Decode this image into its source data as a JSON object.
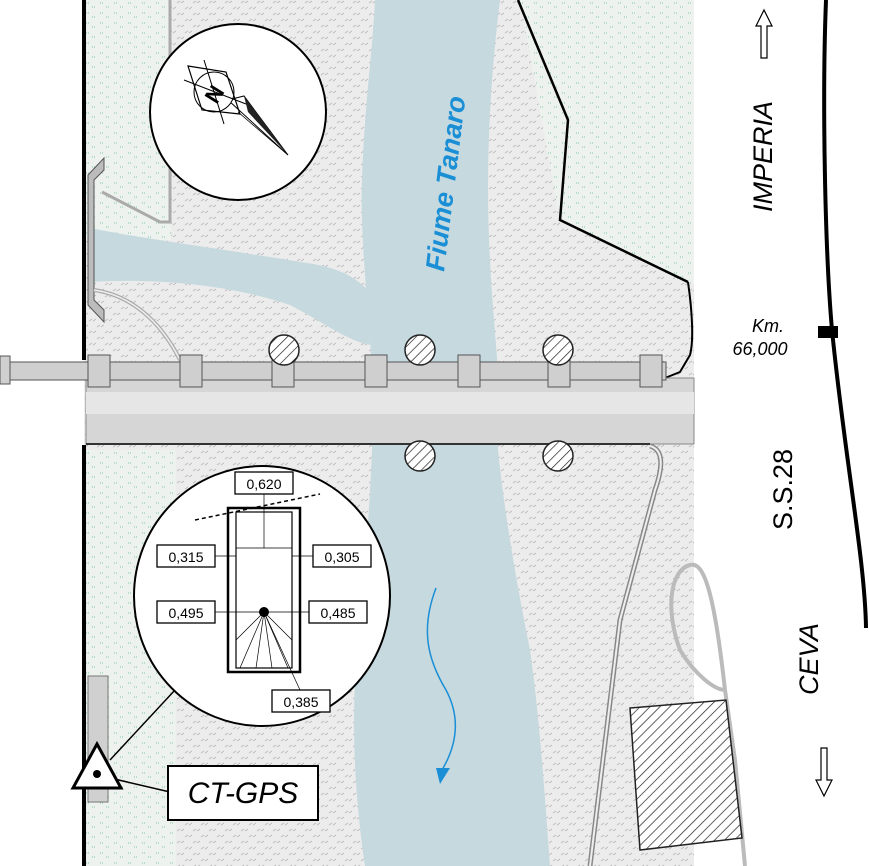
{
  "river": {
    "name": "Fiume Tanaro",
    "label_color": "#1a8fd6",
    "water_color": "#c5d9df"
  },
  "road": {
    "name": "S.S.28",
    "km_label": "Km.",
    "km_value": "66,000"
  },
  "directions": {
    "north": "IMPERIA",
    "south": "CEVA"
  },
  "station": {
    "label": "CT-GPS"
  },
  "measurements": {
    "top": "0,620",
    "left_upper": "0,315",
    "right_upper": "0,305",
    "left_lower": "0,495",
    "right_lower": "0,485",
    "bottom": "0,385"
  },
  "compass": {
    "letter": "N"
  },
  "colors": {
    "ground": "#ececec",
    "bridge": "#d0d0d0",
    "fence": "#cfcfcf",
    "vegetation_dot": "#7fc6a4"
  }
}
